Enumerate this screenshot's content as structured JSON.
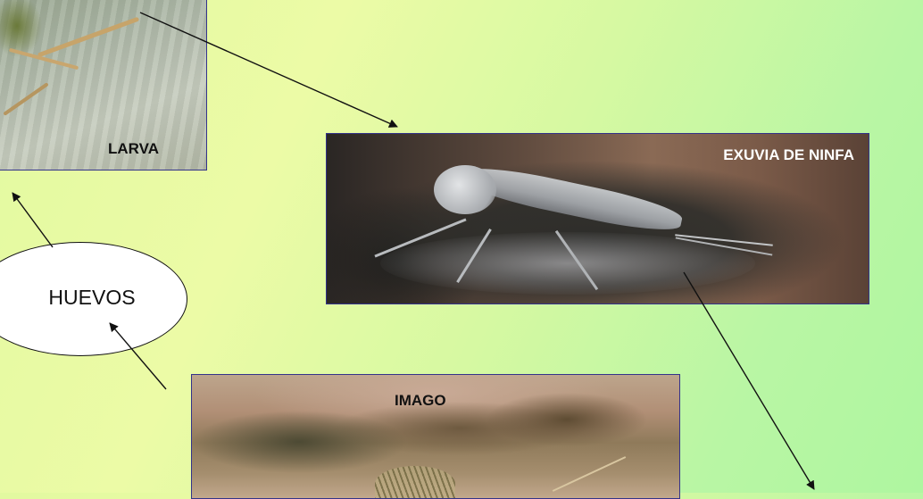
{
  "stages": {
    "larva": {
      "label": "LARVA"
    },
    "exuvia": {
      "label": "EXUVIA DE NINFA"
    },
    "imago": {
      "label": "IMAGO"
    },
    "eggs": {
      "label": "HUEVOS"
    }
  },
  "colors": {
    "arrow": "#111111",
    "photo_border": "#33338a",
    "bubble_fill": "#ffffff"
  }
}
